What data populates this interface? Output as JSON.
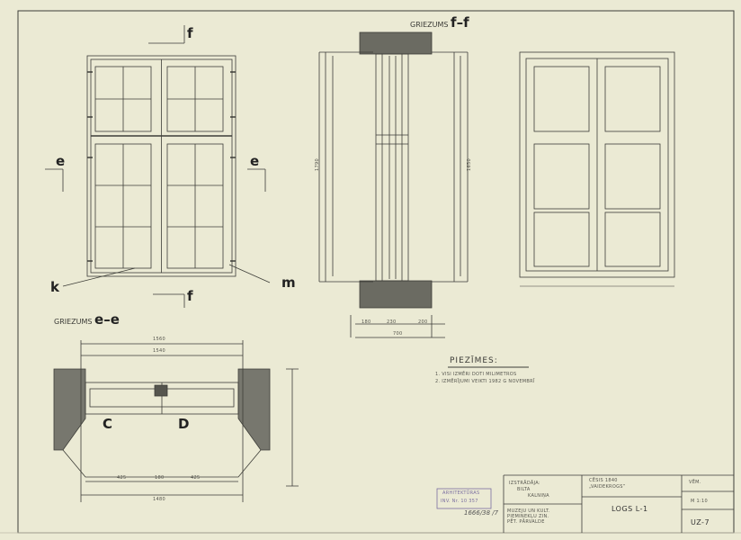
{
  "sections": {
    "ff_title_prefix": "GRIEZUMS",
    "ff_title_letters": "f–f",
    "ee_title_prefix": "GRIEZUMS",
    "ee_title_letters": "e–e"
  },
  "markers": {
    "f_top": "f",
    "f_bottom": "f",
    "e_left": "e",
    "e_right": "e",
    "k": "k",
    "m": "m",
    "c": "C",
    "d": "D"
  },
  "dimensions": {
    "ee_overall": "1560",
    "ee_inner": "1540",
    "ee_bottom_overall": "1480",
    "ee_half_left": "425",
    "ee_center": "180",
    "ee_half_right": "425",
    "ff_total": "700",
    "ff_a": "180",
    "ff_b": "230",
    "ff_c": "200",
    "ff_height": "1790",
    "ff_inner_height": "1650"
  },
  "notes": {
    "heading": "PIEZĪMES:",
    "items": [
      "1.  VISI IZMĒRI DOTI MILIMETROS",
      "2.  IZMĒRĪJUMI VEIKTI 1982 G NOVEMBRĪ"
    ]
  },
  "title_block": {
    "author_label": "IZSTRĀDĀJA:",
    "author_name1": "BILTA",
    "author_name2": "KALNIŅA",
    "org": [
      "MUZEJU UN KULT.",
      "PIEMINEKĻU ZIN.",
      "PĒT. PĀRVALDE"
    ],
    "object": [
      "CĒSIS 1840",
      "„VAIDEKROGS”"
    ],
    "drawing_title": "LOGS L-1",
    "sheet_label": "VĒM.",
    "scale": "M 1:10",
    "sheet_no": "UZ-7"
  },
  "stamp": {
    "line1": "ARHITEKTŪRAS",
    "line2": "INV. Nr. 10 357",
    "handwritten": "1666/38 /7"
  }
}
